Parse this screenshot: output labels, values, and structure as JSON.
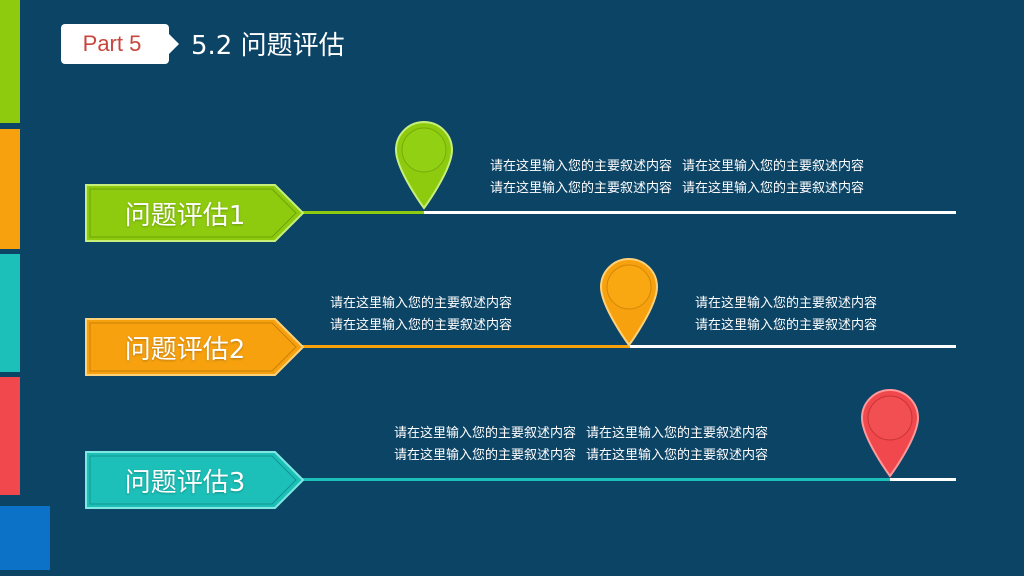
{
  "header": {
    "part_label": "Part 5",
    "title": "5.2 问题评估"
  },
  "colors": {
    "background": "#0c4466",
    "green": "#8ecb0f",
    "orange": "#f7a10f",
    "teal": "#1cc0b8",
    "red": "#f0484c",
    "blue": "#0b72c8",
    "badge_text": "#c8463c"
  },
  "side_bars": [
    "#8ecb0f",
    "#f7a10f",
    "#1cc0b8",
    "#f0484c",
    "#0b72c8"
  ],
  "items": [
    {
      "label": "问题评估1",
      "color": "#8ecb0f",
      "desc_left": [],
      "desc_right": [
        [
          "请在这里输入您的主要叙述内容",
          "请在这里输入您的主要叙述内容"
        ],
        [
          "请在这里输入您的主要叙述内容",
          "请在这里输入您的主要叙述内容"
        ]
      ]
    },
    {
      "label": "问题评估2",
      "color": "#f7a10f",
      "desc_left": [
        "请在这里输入您的主要叙述内容",
        "请在这里输入您的主要叙述内容"
      ],
      "desc_right": [
        [
          "请在这里输入您的主要叙述内容"
        ],
        [
          "请在这里输入您的主要叙述内容"
        ]
      ]
    },
    {
      "label": "问题评估3",
      "color": "#1cc0b8",
      "desc_left": [],
      "desc_right": [
        [
          "请在这里输入您的主要叙述内容",
          "请在这里输入您的主要叙述内容"
        ],
        [
          "请在这里输入您的主要叙述内容",
          "请在这里输入您的主要叙述内容"
        ]
      ]
    }
  ]
}
